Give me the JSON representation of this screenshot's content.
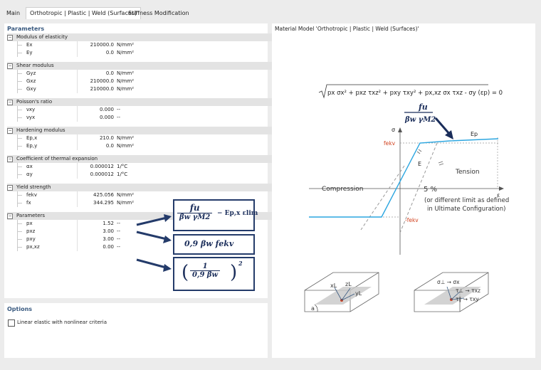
{
  "tabs": [
    "Main",
    "Orthotropic | Plastic | Weld (Surfaces)",
    "Stiffness Modification"
  ],
  "left": {
    "title": "Parameters",
    "rows": [
      {
        "type": "group",
        "label": "Modulus of elasticity"
      },
      {
        "type": "prop",
        "name": "Ex",
        "value": "210000.0",
        "unit": "N/mm²"
      },
      {
        "type": "prop",
        "name": "Ey",
        "value": "0.0",
        "unit": "N/mm²"
      },
      {
        "type": "spacer"
      },
      {
        "type": "group",
        "label": "Shear modulus"
      },
      {
        "type": "prop",
        "name": "Gyz",
        "value": "0.0",
        "unit": "N/mm²"
      },
      {
        "type": "prop",
        "name": "Gxz",
        "value": "210000.0",
        "unit": "N/mm²"
      },
      {
        "type": "prop",
        "name": "Gxy",
        "value": "210000.0",
        "unit": "N/mm²"
      },
      {
        "type": "spacer"
      },
      {
        "type": "group",
        "label": "Poisson's ratio"
      },
      {
        "type": "prop",
        "name": "νxy",
        "value": "0.000",
        "unit": "--"
      },
      {
        "type": "prop",
        "name": "νyx",
        "value": "0.000",
        "unit": "--"
      },
      {
        "type": "spacer"
      },
      {
        "type": "group",
        "label": "Hardening modulus"
      },
      {
        "type": "prop",
        "name": "Ep,x",
        "value": "210.0",
        "unit": "N/mm²"
      },
      {
        "type": "prop",
        "name": "Ep,y",
        "value": "0.0",
        "unit": "N/mm²"
      },
      {
        "type": "spacer"
      },
      {
        "type": "group",
        "label": "Coefficient of thermal expansion"
      },
      {
        "type": "prop",
        "name": "αx",
        "value": "0.000012",
        "unit": "1/°C"
      },
      {
        "type": "prop",
        "name": "αy",
        "value": "0.000012",
        "unit": "1/°C"
      },
      {
        "type": "spacer"
      },
      {
        "type": "group",
        "label": "Yield strength"
      },
      {
        "type": "prop",
        "name": "fekv",
        "value": "425.056",
        "unit": "N/mm²"
      },
      {
        "type": "prop",
        "name": "fx",
        "value": "344.295",
        "unit": "N/mm²"
      },
      {
        "type": "spacer"
      },
      {
        "type": "group",
        "label": "Parameters"
      },
      {
        "type": "prop",
        "name": "px",
        "value": "1.52",
        "unit": "--"
      },
      {
        "type": "prop",
        "name": "pxz",
        "value": "3.00",
        "unit": "--"
      },
      {
        "type": "prop",
        "name": "pxy",
        "value": "3.00",
        "unit": "--"
      },
      {
        "type": "prop",
        "name": "px,xz",
        "value": "0.00",
        "unit": "--"
      }
    ]
  },
  "options": {
    "title": "Options",
    "checkbox_label": "Linear elastic with nonlinear criteria",
    "checked": false
  },
  "right": {
    "title": "Material Model 'Orthotropic | Plastic | Weld (Surfaces)'",
    "equation_text": "px σx² + pxz τxz² + pxy τxy² + px,xz σx τxz - σy (εp) = 0",
    "frac_fu_num": "fu",
    "frac_fu_den": "βw γM2",
    "sigma_label": "σ",
    "eps_label": "ε",
    "fekv_label": "fekv",
    "neg_fekv_label": "-fekv",
    "ep_label": "Ep",
    "e_label": "E",
    "tension_label": "Tension",
    "compression_label": "Compression",
    "pct_label": "5 %",
    "limit_note_1": "(or different limit as defined",
    "limit_note_2": "in Ultimate Configuration)",
    "geo1": {
      "xl": "xL",
      "zl": "zL",
      "yl": "yL",
      "a": "a"
    },
    "geo2": {
      "l1": "σ⊥ → σx",
      "l2": "τ⊥ → τxz",
      "l3": "τ∥ → τxy"
    }
  },
  "formula_boxes": {
    "box1_tail": "− Ep,x εlim",
    "box2": "0,9 βw fekv",
    "box3_num": "1",
    "box3_den": "0,9 βw",
    "box3_exp": "2"
  },
  "colors": {
    "accent": "#3a5a80",
    "curve": "#2ca6e0",
    "red": "#d2421f",
    "box_border": "#243b6a"
  }
}
